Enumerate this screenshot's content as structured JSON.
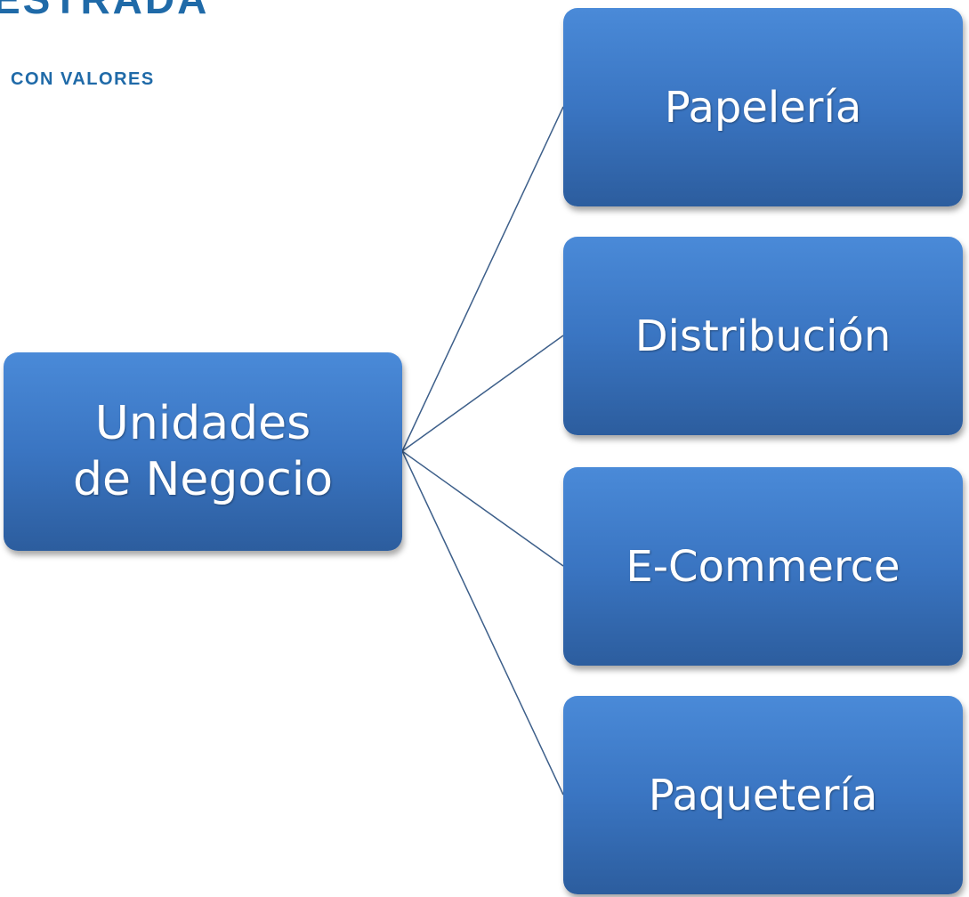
{
  "logo": {
    "name": "ESTRADA",
    "tagline": "CON VALORES"
  },
  "diagram": {
    "root": {
      "line1": "Unidades",
      "line2": "de Negocio"
    },
    "children": [
      {
        "label": "Papelería"
      },
      {
        "label": "Distribución"
      },
      {
        "label": "E-Commerce"
      },
      {
        "label": "Paquetería"
      }
    ],
    "colors": {
      "box_top": "#4a8ad8",
      "box_bottom": "#2c5d9e",
      "connector": "#3d5f8a",
      "logo": "#1f6aa8"
    }
  }
}
